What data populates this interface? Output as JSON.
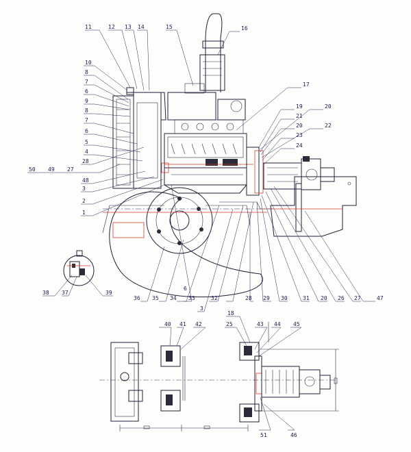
{
  "diagram": {
    "top_view_callouts": [
      {
        "id": "c11",
        "text": "11"
      },
      {
        "id": "c12",
        "text": "12"
      },
      {
        "id": "c13",
        "text": "13"
      },
      {
        "id": "c14",
        "text": "14"
      },
      {
        "id": "c15",
        "text": "15"
      },
      {
        "id": "c16",
        "text": "16"
      },
      {
        "id": "c10",
        "text": "10"
      },
      {
        "id": "c8a",
        "text": "8"
      },
      {
        "id": "c7a",
        "text": "7"
      },
      {
        "id": "c6a",
        "text": "6"
      },
      {
        "id": "c9",
        "text": "9"
      },
      {
        "id": "c8b",
        "text": "8"
      },
      {
        "id": "c7b",
        "text": "7"
      },
      {
        "id": "c6b",
        "text": "6"
      },
      {
        "id": "c5",
        "text": "5"
      },
      {
        "id": "c4",
        "text": "4"
      },
      {
        "id": "c50",
        "text": "50"
      },
      {
        "id": "c49",
        "text": "49"
      },
      {
        "id": "c27a",
        "text": "27"
      },
      {
        "id": "c28a",
        "text": "28"
      },
      {
        "id": "c48",
        "text": "48"
      },
      {
        "id": "c3",
        "text": "3"
      },
      {
        "id": "c2",
        "text": "2"
      },
      {
        "id": "c1",
        "text": "1"
      },
      {
        "id": "c17",
        "text": "17"
      },
      {
        "id": "c19",
        "text": "19"
      },
      {
        "id": "c20a",
        "text": "20"
      },
      {
        "id": "c21a",
        "text": "21"
      },
      {
        "id": "c20b",
        "text": "20"
      },
      {
        "id": "c22",
        "text": "22"
      },
      {
        "id": "c23",
        "text": "23"
      },
      {
        "id": "c24",
        "text": "24"
      },
      {
        "id": "c47",
        "text": "47"
      },
      {
        "id": "c38",
        "text": "38"
      },
      {
        "id": "c37",
        "text": "37"
      },
      {
        "id": "c39",
        "text": "39"
      },
      {
        "id": "c36",
        "text": "36"
      },
      {
        "id": "c35",
        "text": "35"
      },
      {
        "id": "c34",
        "text": "34"
      },
      {
        "id": "c6c",
        "text": "6"
      },
      {
        "id": "c33",
        "text": "33"
      },
      {
        "id": "c3b",
        "text": "3"
      },
      {
        "id": "c32",
        "text": "32"
      },
      {
        "id": "c28b",
        "text": "28"
      },
      {
        "id": "c29",
        "text": "29"
      },
      {
        "id": "c30",
        "text": "30"
      },
      {
        "id": "c31",
        "text": "31"
      },
      {
        "id": "c20c",
        "text": "20"
      },
      {
        "id": "c26",
        "text": "26"
      },
      {
        "id": "c27b",
        "text": "27"
      }
    ],
    "bottom_view_callouts": [
      {
        "id": "c40",
        "text": "40"
      },
      {
        "id": "c41",
        "text": "41"
      },
      {
        "id": "c42",
        "text": "42"
      },
      {
        "id": "c18",
        "text": "18"
      },
      {
        "id": "c25",
        "text": "25"
      },
      {
        "id": "c43",
        "text": "43"
      },
      {
        "id": "c44",
        "text": "44"
      },
      {
        "id": "c45",
        "text": "45"
      },
      {
        "id": "c51",
        "text": "51"
      },
      {
        "id": "c46",
        "text": "46"
      }
    ]
  }
}
